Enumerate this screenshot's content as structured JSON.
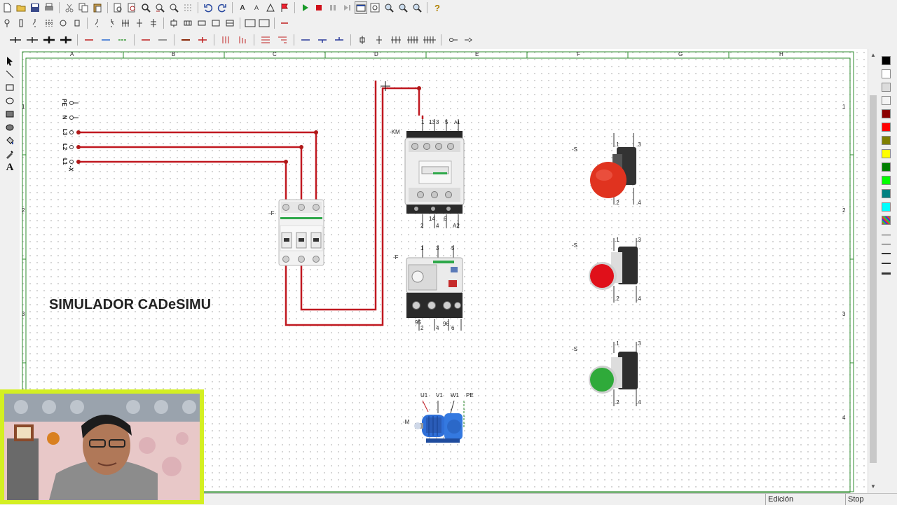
{
  "canvas": {
    "columns": [
      "A",
      "B",
      "C",
      "D",
      "E",
      "F",
      "G",
      "H"
    ],
    "rows": [
      "1",
      "2",
      "3",
      "4"
    ],
    "title_text": "SIMULADOR CADeSIMU"
  },
  "terminals": {
    "pe": "PE",
    "n": "N",
    "l3": "L3",
    "l2": "L2",
    "l1": "L1",
    "ref": "-X"
  },
  "breaker": {
    "ref": "-F"
  },
  "contactor": {
    "ref": "-KM",
    "top_pins": [
      "1",
      "13",
      "3",
      "5",
      "A1"
    ],
    "bottom_pins": [
      "2",
      "14",
      "4",
      "6",
      "A2"
    ]
  },
  "overload": {
    "ref": "-F",
    "top_pins": [
      "1",
      "3",
      "5"
    ],
    "bottom_pins": [
      "95",
      "96",
      "2",
      "4",
      "6"
    ]
  },
  "motor": {
    "ref": "-M",
    "pins": [
      "U1",
      "V1",
      "W1",
      "PE"
    ]
  },
  "buttons": [
    {
      "ref": "-S",
      "top_left": ".1",
      "top_right": ".3",
      "bottom_left": ".2",
      "bottom_right": ".4",
      "color": "#e0331f"
    },
    {
      "ref": "-S",
      "top_left": ".1",
      "top_right": ".3",
      "bottom_left": ".2",
      "bottom_right": ".4",
      "color": "#e0101a"
    },
    {
      "ref": "-S",
      "top_left": ".1",
      "top_right": ".3",
      "bottom_left": ".2",
      "bottom_right": ".4",
      "color": "#2faa3a"
    }
  ],
  "palette_colors": [
    "#000000",
    "#ffffff",
    "#dcdcdc",
    "#f4f4f4",
    "#8b0000",
    "#ff0000",
    "#808000",
    "#ffff00",
    "#008000",
    "#00ff00",
    "#008080",
    "#00ffff"
  ],
  "statusbar": {
    "mode": "Edición",
    "state": "Stop"
  },
  "colors": {
    "wire": "#c01820",
    "frame": "#2e8b2e"
  }
}
